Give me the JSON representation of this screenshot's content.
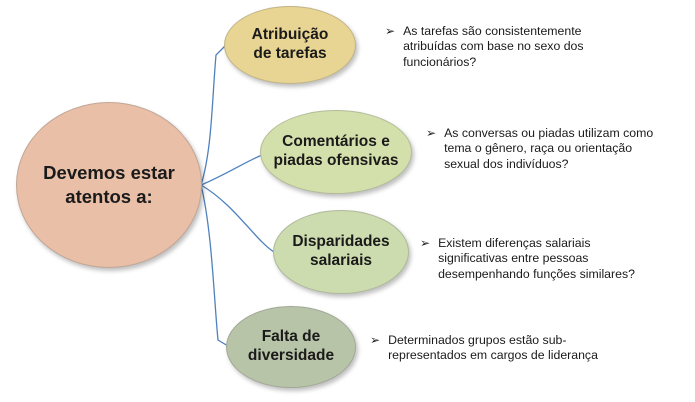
{
  "diagram": {
    "center": {
      "label": "Devemos estar\natentos a:",
      "color": "#e9bfa7"
    },
    "bullet_glyph": "➢",
    "topics": [
      {
        "label": "Atribuição\nde tarefas",
        "color": "#e8d593",
        "note": "As tarefas são consistentemente\natribuídas com base no sexo dos\nfuncionários?"
      },
      {
        "label": "Comentários e\npiadas ofensivas",
        "color": "#d4e0ab",
        "note": "As conversas ou piadas utilizam como\ntema o gênero, raça ou orientação\nsexual dos indivíduos?"
      },
      {
        "label": "Disparidades\nsalariais",
        "color": "#ccdcae",
        "note": "Existem diferenças salariais\nsignificativas entre pessoas\ndesempenhando funções similares?"
      },
      {
        "label": "Falta de\ndiversidade",
        "color": "#b8c4a8",
        "note": "Determinados grupos estão sub-\nrepresentados em cargos de liderança"
      }
    ],
    "connector_color": "#4f81bd"
  }
}
